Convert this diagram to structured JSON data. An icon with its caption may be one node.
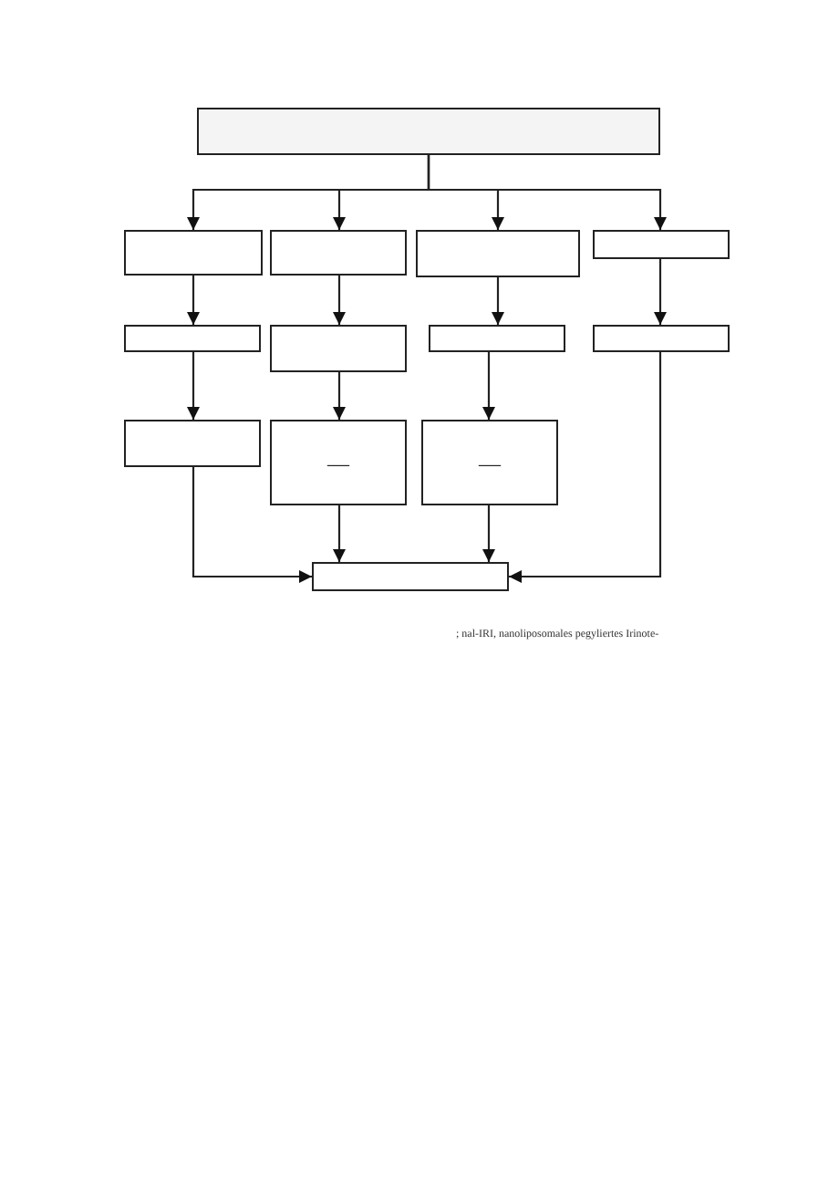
{
  "diagram": {
    "nodes": [
      {
        "text": [],
        "shape": "box"
      },
      {
        "text": [],
        "shape": "box"
      },
      {
        "text": [],
        "shape": "box"
      },
      {
        "text": [],
        "shape": "box"
      },
      {
        "text": [],
        "shape": "box"
      },
      {
        "text": [],
        "shape": "box"
      },
      {
        "text": [],
        "shape": "box"
      },
      {
        "text": [],
        "shape": "box"
      },
      {
        "text": [],
        "shape": "box"
      },
      {
        "text": [],
        "shape": "box"
      },
      {
        "text": [
          "—"
        ]
      },
      {
        "text": [
          "—"
        ]
      },
      {
        "text": [],
        "shape": "box"
      }
    ],
    "edges": [
      {
        "from": 0,
        "to": 1,
        "arrow": "to"
      },
      {
        "from": 0,
        "to": 2,
        "arrow": "to"
      },
      {
        "from": 0,
        "to": 3,
        "arrow": "to"
      },
      {
        "from": 0,
        "to": 4,
        "arrow": "to"
      },
      {
        "from": 1,
        "to": 5,
        "arrow": "to"
      },
      {
        "from": 2,
        "to": 6,
        "arrow": "to"
      },
      {
        "from": 3,
        "to": 7,
        "arrow": "to"
      },
      {
        "from": 4,
        "to": 8,
        "arrow": "to"
      },
      {
        "from": 5,
        "to": 9,
        "arrow": "to"
      },
      {
        "from": 6,
        "to": 10,
        "arrow": "to"
      },
      {
        "from": 7,
        "to": 11,
        "arrow": "to"
      },
      {
        "from": 9,
        "to": 12,
        "arrow": "to"
      },
      {
        "from": 10,
        "to": 12,
        "arrow": "to"
      },
      {
        "from": 11,
        "to": 12,
        "arrow": "to"
      },
      {
        "from": 8,
        "to": 12,
        "arrow": "to"
      }
    ],
    "labels": [
      "; nal-IRI, nanoliposomales pegyliertes Irinote-"
    ]
  }
}
